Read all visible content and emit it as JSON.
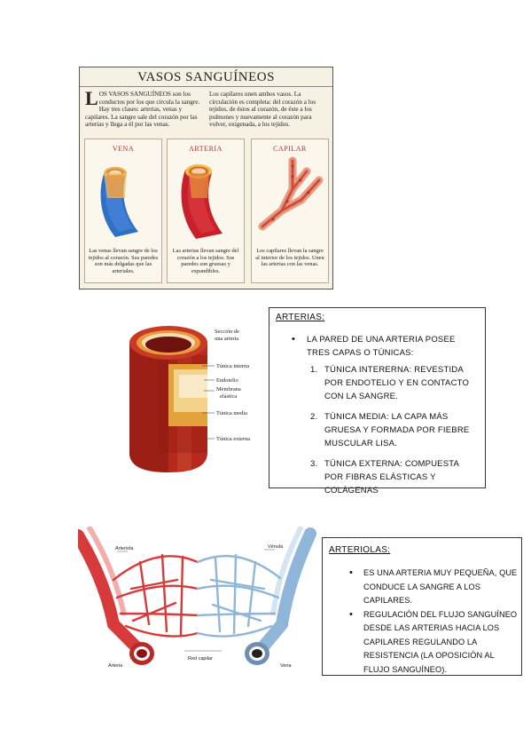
{
  "poster": {
    "title": "VASOS SANGUÍNEOS",
    "intro_dropcap": "L",
    "intro_left": "OS VASOS SANGUÍNEOS son los conductos por los que circula la sangre. Hay tres clases: arterias, venas y capilares. La sangre sale del corazón por las arterias y llega a él por las venas.",
    "intro_right": "Los capilares unen ambos vasos. La circulación es completa: del corazón a los tejidos, de éstos al corazón, de éste a los pulmones y nuevamente al corazón para volver, oxigenada, a los tejidos.",
    "panels": [
      {
        "title": "VENA",
        "caption": "Las venas llevan sangre de los tejidos al corazón. Sus paredes son más delgadas que las arteriales."
      },
      {
        "title": "ARTERIA",
        "caption": "Las arterias llevan sangre del corazón a los tejidos. Sus paredes son gruesas y expandibles."
      },
      {
        "title": "CAPILAR",
        "caption": "Los capilares llevan la sangre al interior de los tejidos. Unen las arterias con las venas."
      }
    ]
  },
  "artery_diagram": {
    "labels": {
      "seccion": "Sección de una arteria",
      "tunica_interna": "Túnica interna",
      "endotelio": "Endotelio",
      "membrana": "Membrana elástica",
      "tunica_media": "Túnica media",
      "tunica_externa": "Túnica externa"
    }
  },
  "arterias_box": {
    "heading": "ARTERIAS:",
    "bullet": "LA PARED DE UNA ARTERIA POSEE TRES CAPAS O TÚNICAS:",
    "items": [
      {
        "num": "1.",
        "text": "TÚNICA INTERERNA: REVESTIDA POR ENDOTELIO Y EN CONTACTO CON LA SANGRE."
      },
      {
        "num": "2.",
        "text": "TÚNICA MEDIA: LA CAPA MÁS GRUESA Y FORMADA POR FIEBRE MUSCULAR LISA."
      },
      {
        "num": "3.",
        "text": "TÚNICA EXTERNA: COMPUESTA POR FIBRAS ELÁSTICAS Y COLÁGENAS"
      }
    ]
  },
  "capillary_diagram": {
    "labels": {
      "arteriola": "Arteriola",
      "venula": "Vénula",
      "arteria": "Arteria",
      "vena": "Vena",
      "red_capilar": "Red capilar"
    },
    "colors": {
      "arterial": "#d63a3a",
      "venous": "#8fb6d8"
    }
  },
  "arteriolas_box": {
    "heading": "ARTERIOLAS:",
    "bullets": [
      "ES UNA ARTERIA MUY PEQUEÑA, QUE CONDUCE LA SANGRE A LOS CAPILARES.",
      "REGULACIÓN DEL FLUJO SANGUÍNEO DESDE LAS ARTERIAS HACIA LOS CAPILARES REGULANDO LA RESISTENCIA (LA OPOSICIÓN AL FLUJO SANGUÍNEO)."
    ]
  }
}
